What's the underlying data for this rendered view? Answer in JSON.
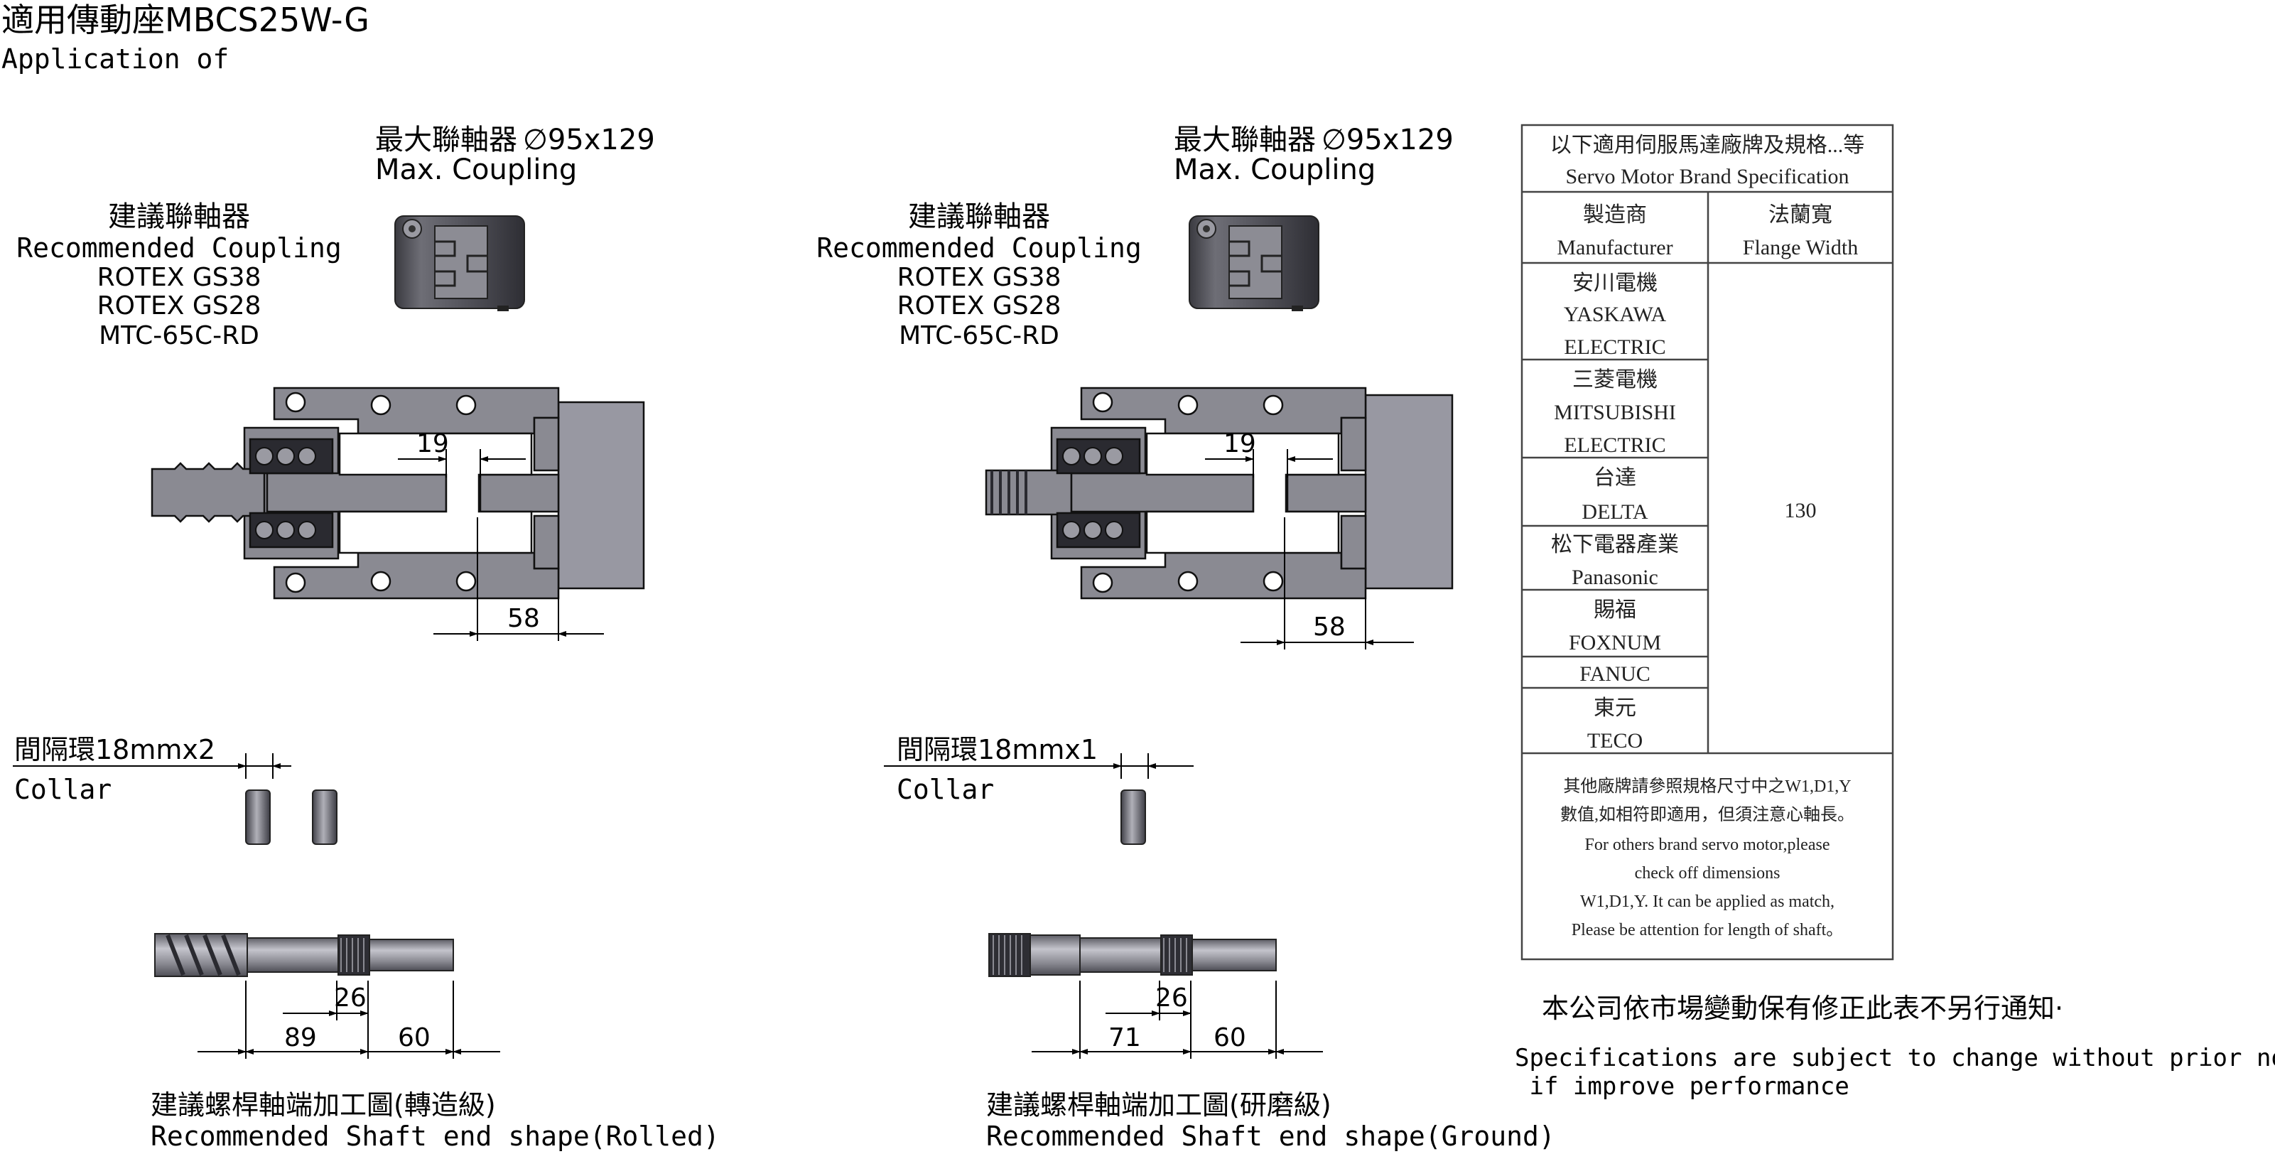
{
  "header": {
    "title": "適用傳動座MBCS25W-G",
    "subtitle": "Application of"
  },
  "left": {
    "max_coupling_cn": "最大聯軸器",
    "max_coupling_dim": "∅95x129",
    "max_coupling_en": "Max. Coupling",
    "rec_coupling_cn": "建議聯軸器",
    "rec_coupling_en": "Recommended Coupling",
    "rec_coupling_models": [
      "ROTEX GS38",
      "ROTEX GS28",
      "MTC-65C-RD"
    ],
    "dim_gap": "19",
    "dim_length": "58",
    "collar_cn": "間隔環18mmx2",
    "collar_en": "Collar",
    "shaft_dim_a": "26",
    "shaft_dim_b": "89",
    "shaft_dim_c": "60",
    "shaft_title_cn": "建議螺桿軸端加工圖(轉造級)",
    "shaft_title_en": "Recommended Shaft end shape(Rolled)"
  },
  "middle": {
    "max_coupling_cn": "最大聯軸器",
    "max_coupling_dim": "∅95x129",
    "max_coupling_en": "Max. Coupling",
    "rec_coupling_cn": "建議聯軸器",
    "rec_coupling_en": "Recommended Coupling",
    "rec_coupling_models": [
      "ROTEX GS38",
      "ROTEX GS28",
      "MTC-65C-RD"
    ],
    "dim_gap": "19",
    "dim_length": "58",
    "collar_cn": "間隔環18mmx1",
    "collar_en": "Collar",
    "shaft_dim_a": "26",
    "shaft_dim_b": "71",
    "shaft_dim_c": "60",
    "shaft_title_cn": "建議螺桿軸端加工圖(研磨級)",
    "shaft_title_en": "Recommended Shaft end shape(Ground)"
  },
  "table": {
    "title_cn": "以下適用伺服馬達廠牌及規格...等",
    "title_en": "Servo Motor Brand Specification",
    "col_manufacturer_cn": "製造商",
    "col_manufacturer_en": "Manufacturer",
    "col_flange_cn": "法蘭寬",
    "col_flange_en": "Flange Width",
    "brands": [
      {
        "lines": [
          "安川電機",
          "YASKAWA",
          "ELECTRIC"
        ]
      },
      {
        "lines": [
          "三菱電機",
          "MITSUBISHI",
          "ELECTRIC"
        ]
      },
      {
        "lines": [
          "台達",
          "DELTA"
        ]
      },
      {
        "lines": [
          "松下電器產業",
          "Panasonic"
        ]
      },
      {
        "lines": [
          "賜福",
          "FOXNUM"
        ]
      },
      {
        "lines": [
          "FANUC"
        ]
      },
      {
        "lines": [
          "東元",
          "TECO"
        ]
      }
    ],
    "flange_value": "130",
    "note_lines": [
      "其他廠牌請參照規格尺寸中之W1,D1,Y",
      "數值,如相符即適用，但須注意心軸長。",
      "For others brand servo motor,please",
      "check off dimensions",
      "W1,D1,Y. It can be applied as match,",
      "Please be attention for length of shaft。"
    ]
  },
  "footer": {
    "notice_cn": "本公司依市場變動保有修正此表不另行通知·",
    "notice_en_1": "Specifications are subject to change without prior notice",
    "notice_en_2": " if improve performance"
  },
  "colors": {
    "metal": "#8a8a92",
    "metal_light": "#a7a7b0",
    "metal_dark": "#5e5e66",
    "motor": "#9898a2",
    "line": "#000000",
    "table_line": "#444444"
  }
}
